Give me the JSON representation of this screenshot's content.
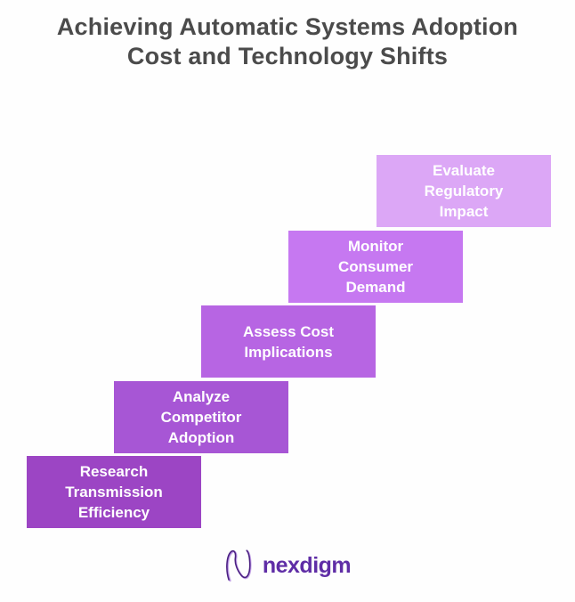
{
  "title": "Achieving Automatic Systems Adoption\nCost and Technology Shifts",
  "title_color": "#4b4b4b",
  "diagram": {
    "type": "staircase-steps",
    "step_text_color": "#ffffff",
    "steps": [
      {
        "label": "Research\nTransmission\nEfficiency",
        "color": "#9C45C4"
      },
      {
        "label": "Analyze\nCompetitor\nAdoption",
        "color": "#A756D5"
      },
      {
        "label": "Assess Cost\nImplications",
        "color": "#B765E3"
      },
      {
        "label": "Monitor\nConsumer\nDemand",
        "color": "#C678F1"
      },
      {
        "label": "Evaluate\nRegulatory\nImpact",
        "color": "#DCA7F6"
      }
    ]
  },
  "logo": {
    "text": "nexdigm",
    "text_color": "#5f2da6",
    "icon": "nexdigm-wave-n-icon"
  }
}
